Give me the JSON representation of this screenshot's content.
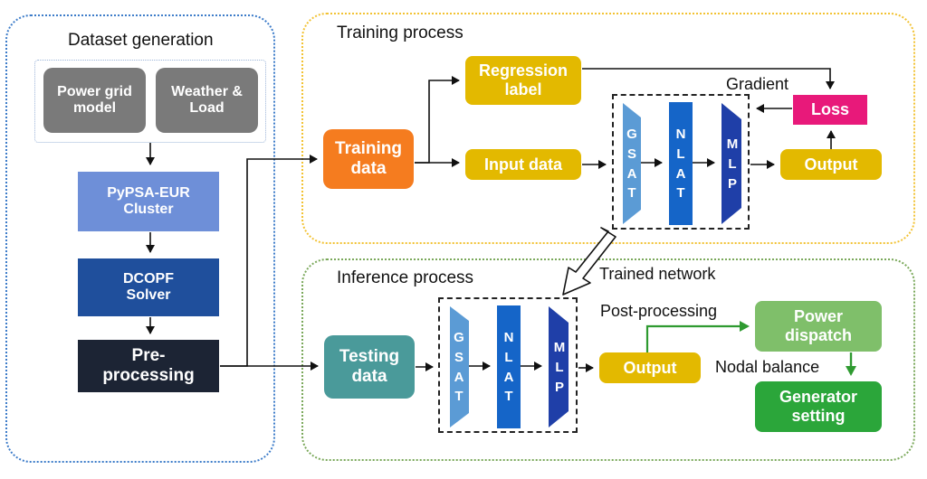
{
  "dataset": {
    "title": "Dataset generation",
    "power_grid": "Power grid\nmodel",
    "weather": "Weather &\nLoad",
    "pypsa": "PyPSA-EUR\nCluster",
    "dcopf": "DCOPF\nSolver",
    "preprocessing": "Pre-\nprocessing"
  },
  "training": {
    "title": "Training process",
    "training_data": "Training\ndata",
    "regression_label": "Regression\nlabel",
    "input_data": "Input data",
    "gradient": "Gradient",
    "loss": "Loss",
    "output": "Output",
    "gsat": "G\nS\nA\nT",
    "nlat": "N\nL\nA\nT",
    "mlp": "M\nL\nP"
  },
  "inference": {
    "title": "Inference process",
    "trained_network": "Trained network",
    "testing_data": "Testing\ndata",
    "output": "Output",
    "post_processing": "Post-processing",
    "power_dispatch": "Power\ndispatch",
    "nodal_balance": "Nodal balance",
    "generator_setting": "Generator\nsetting",
    "gsat": "G\nS\nA\nT",
    "nlat": "N\nL\nA\nT",
    "mlp": "M\nL\nP"
  },
  "colors": {
    "dataset_border": "#3d7cc9",
    "training_border": "#f2c233",
    "inference_border": "#7aa85a",
    "grey_box": "#7a7a7a",
    "pypsa": "#6e8fd8",
    "dcopf": "#1f4f9c",
    "preprocessing": "#1c2434",
    "training_data": "#f57c1f",
    "yellow_box": "#e3b900",
    "loss": "#e8197a",
    "testing_data": "#4a9a9a",
    "power_dispatch": "#7fbf6a",
    "generator_setting": "#2ba63a",
    "gsat_block": "#5b9bd5",
    "nlat_block": "#1565c8",
    "mlp_block": "#1f3fa8"
  }
}
